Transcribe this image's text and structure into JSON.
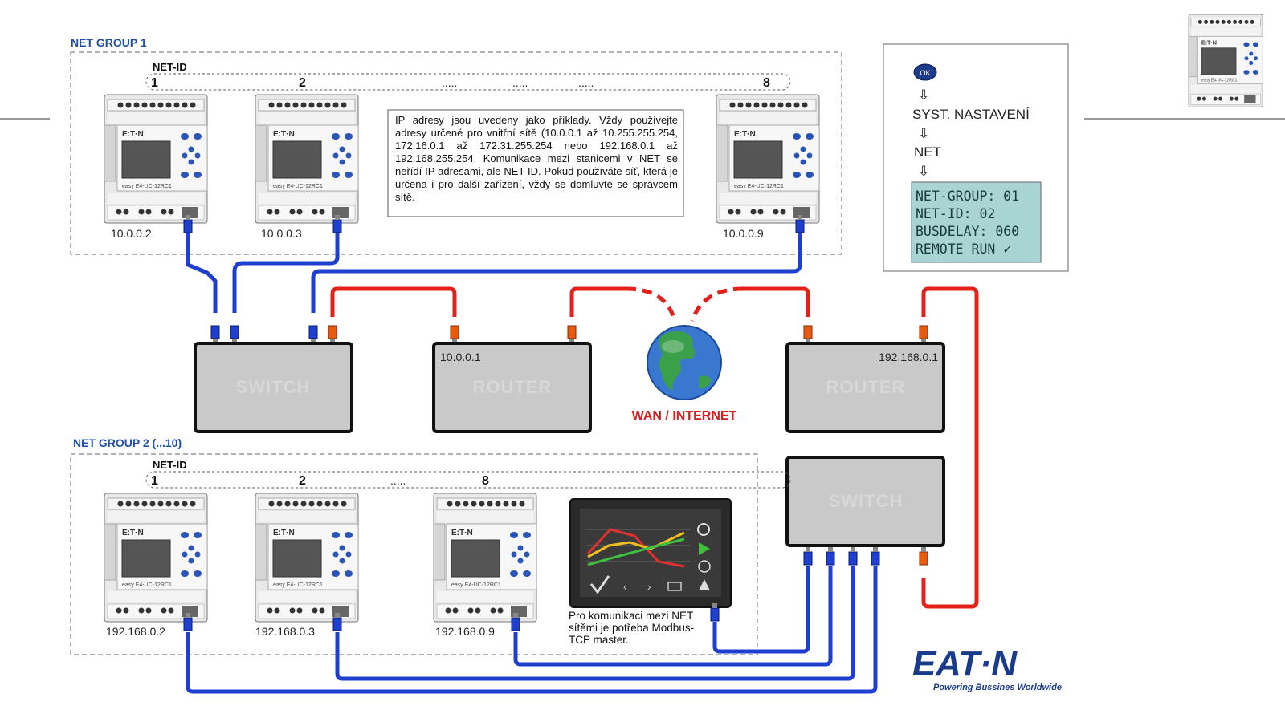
{
  "group1": {
    "title": "NET GROUP 1",
    "netid_label": "NET-ID",
    "nums": [
      "1",
      "2",
      "8"
    ],
    "dots": ".....",
    "ips": [
      "10.0.0.2",
      "10.0.0.3",
      "10.0.0.9"
    ]
  },
  "group2": {
    "title": "NET GROUP 2 (...10)",
    "netid_label": "NET-ID",
    "nums": [
      "1",
      "2",
      "8"
    ],
    "dots": ".....",
    "ips": [
      "192.168.0.2",
      "192.168.0.3",
      "192.168.0.9"
    ]
  },
  "device_brand": "E:T·N",
  "info_text": "IP adresy jsou uvedeny jako příklady. Vždy používejte adresy určené pro vnitřní sítě (10.0.0.1 až 10.255.255.254, 172.16.0.1 až 172.31.255.254 nebo 192.168.0.1 až 192.168.255.254. Komunikace mezi stanicemi v NET se neřídí IP adresami, ale NET-ID. Pokud používáte síť, která je určena i pro další zařízení, vždy se domluvte se správcem sítě.",
  "switch_label": "SWITCH",
  "router_label": "ROUTER",
  "router1_ip": "10.0.0.1",
  "router2_ip": "192.168.0.1",
  "wan_label": "WAN / INTERNET",
  "menu": {
    "ok": "OK",
    "arrow": "⇩",
    "item1": "SYST. NASTAVENÍ",
    "item2": "NET",
    "lcd": [
      "NET-GROUP: 01",
      "NET-ID: 02",
      "BUSDELAY: 060",
      "REMOTE RUN ✓"
    ]
  },
  "hmi_note": "Pro komunikaci mezi NET sítěmi je potřeba Modbus-TCP master.",
  "logo": {
    "brand": "EAT·N",
    "tagline": "Powering Bussines Worldwide"
  },
  "colors": {
    "cable_blue": "#1e3fd0",
    "cable_red": "#e3201b",
    "label_blue": "#1f4fa8",
    "wan_red": "#d42020",
    "lcd": "#a8d4d4"
  }
}
